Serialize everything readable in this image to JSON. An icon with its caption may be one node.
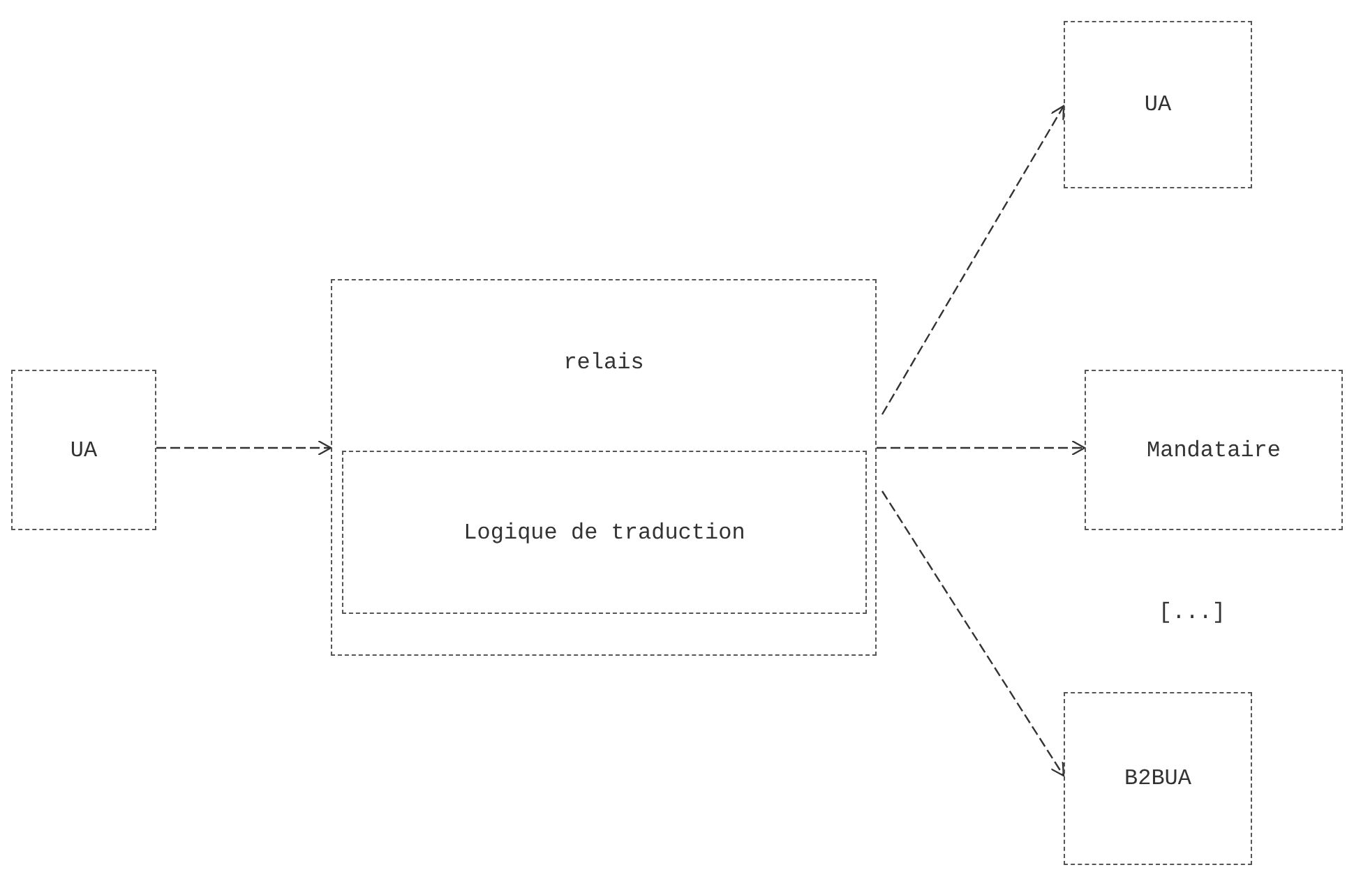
{
  "diagram": {
    "nodes": [
      {
        "text": [
          "UA"
        ]
      },
      {
        "text": [
          "relais"
        ]
      },
      {
        "text": [
          "Logique de traduction"
        ],
        "in": 1
      },
      {
        "text": [
          "UA"
        ]
      },
      {
        "text": [
          "Mandataire"
        ]
      },
      {
        "text": [
          "B2BUA"
        ]
      }
    ],
    "edges": [
      {
        "from": 0,
        "to": 1,
        "arrow": "to"
      },
      {
        "from": 1,
        "to": 3,
        "arrow": "to"
      },
      {
        "from": 1,
        "to": 4,
        "arrow": "to"
      },
      {
        "from": 1,
        "to": 5,
        "arrow": "to"
      }
    ],
    "labels": [
      "[...]"
    ]
  }
}
